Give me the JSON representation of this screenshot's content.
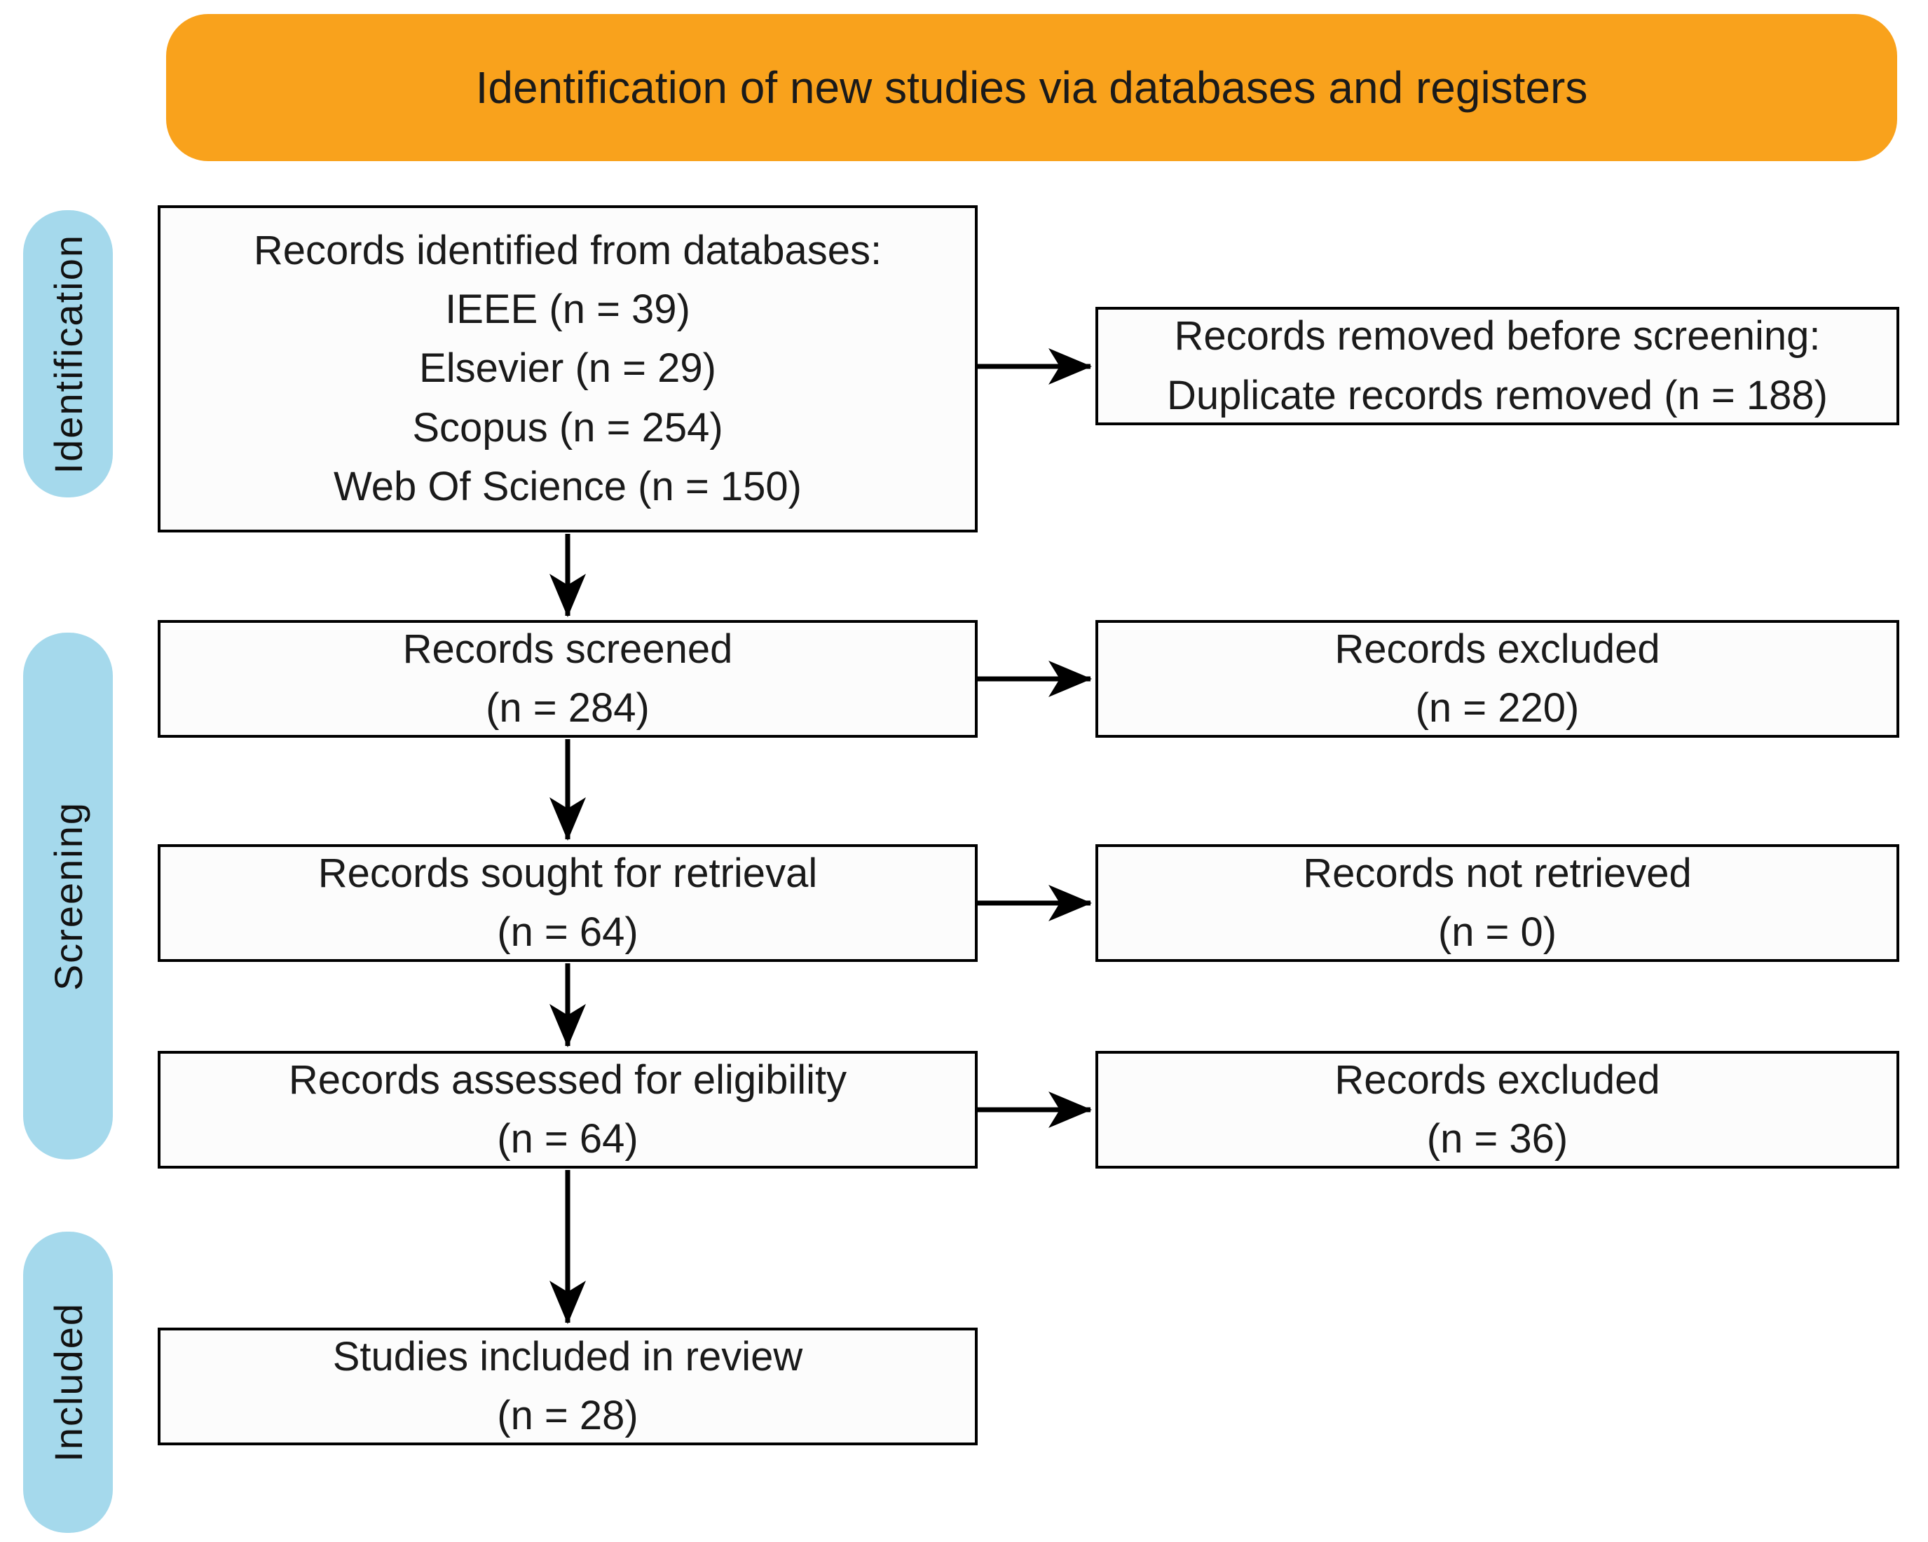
{
  "colors": {
    "banner-bg": "#F9A21C",
    "stage-bg": "#A5D9EC",
    "box-bg": "#FCFCFC",
    "ink": "#1A1A1A"
  },
  "banner": {
    "title": "Identification of new studies via databases and registers"
  },
  "stages": {
    "identification": "Identification",
    "screening": "Screening",
    "included": "Included"
  },
  "boxes": {
    "identified": {
      "line1": "Records identified from databases:",
      "line2": "IEEE (n = 39)",
      "line3": "Elsevier (n = 29)",
      "line4": "Scopus (n = 254)",
      "line5": "Web Of Science (n = 150)"
    },
    "removed_before_screening": {
      "line1": "Records removed before screening:",
      "line2": "Duplicate records removed (n = 188)"
    },
    "screened": {
      "line1": "Records screened",
      "line2": "(n = 284)"
    },
    "excluded_after_screening": {
      "line1": "Records excluded",
      "line2": "(n = 220)"
    },
    "sought_for_retrieval": {
      "line1": "Records sought for retrieval",
      "line2": "(n = 64)"
    },
    "not_retrieved": {
      "line1": "Records not retrieved",
      "line2": "(n = 0)"
    },
    "assessed_for_eligibility": {
      "line1": "Records assessed for eligibility",
      "line2": "(n = 64)"
    },
    "excluded_after_eligibility": {
      "line1": "Records excluded",
      "line2": "(n = 36)"
    },
    "included_in_review": {
      "line1": "Studies included in review",
      "line2": "(n = 28)"
    }
  }
}
